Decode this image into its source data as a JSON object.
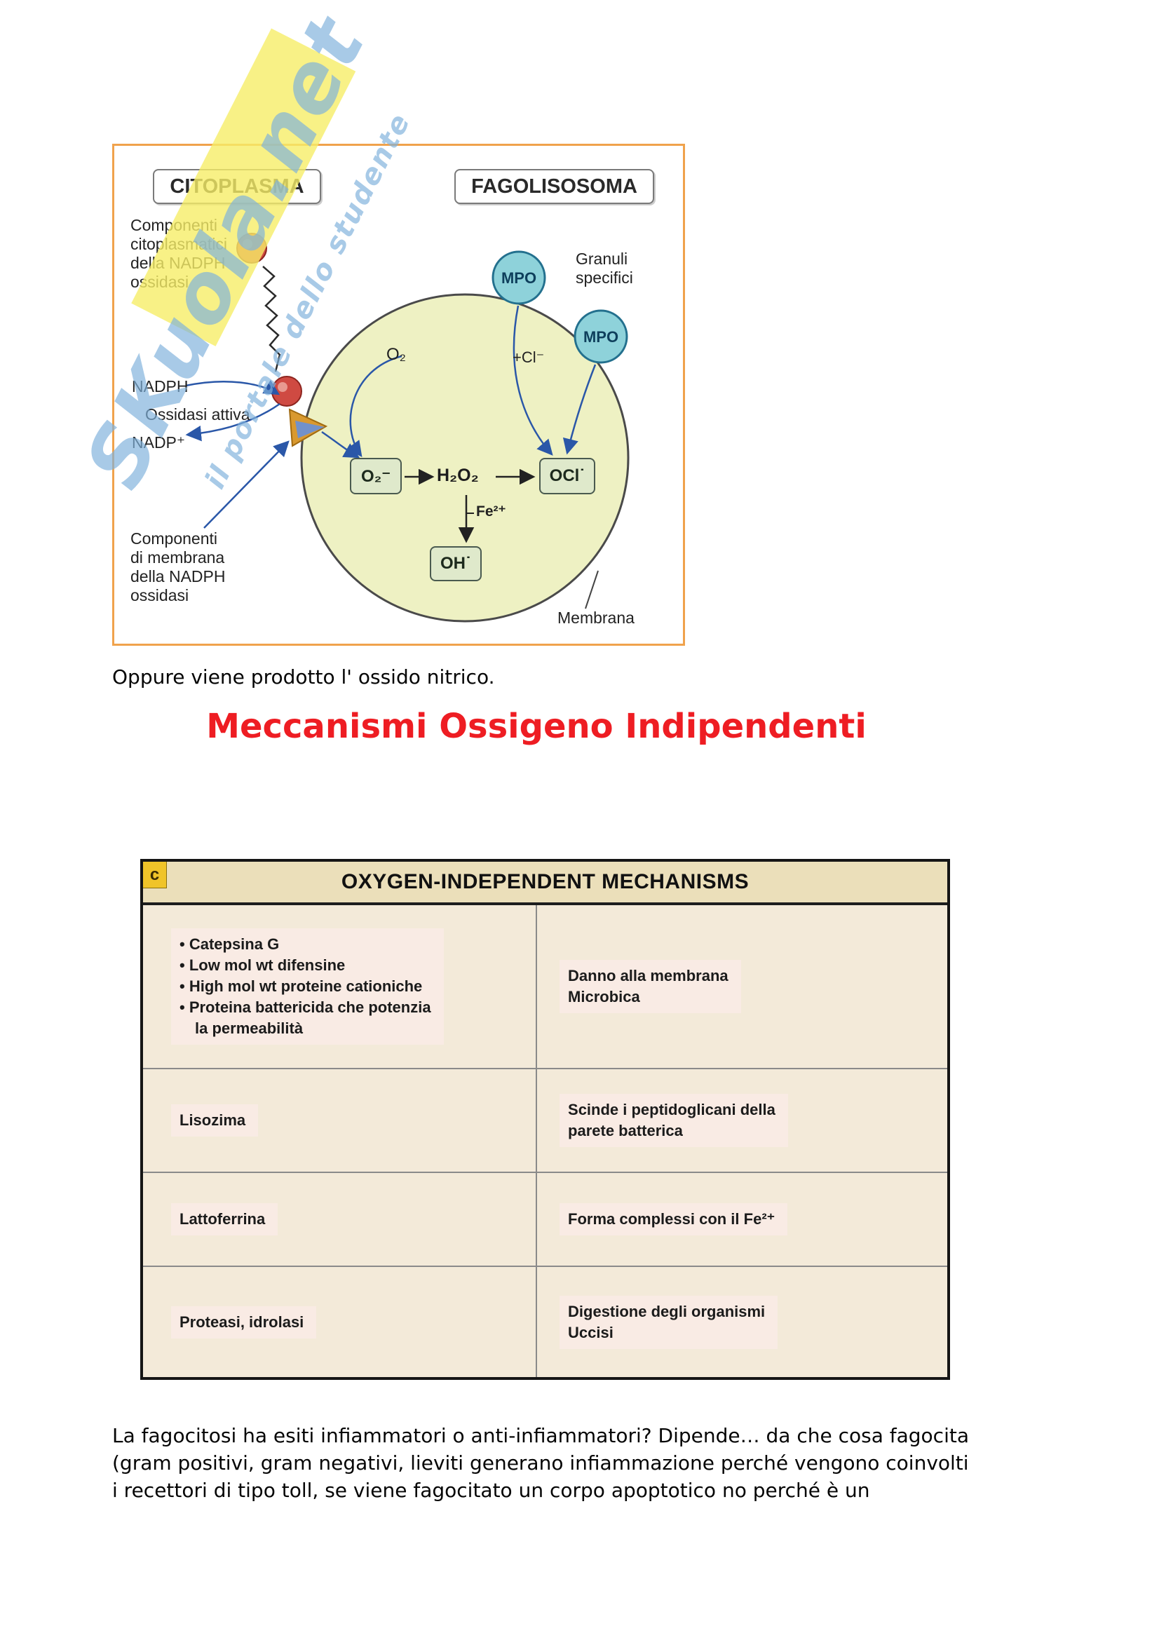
{
  "colors": {
    "heading_red": "#ee1d23",
    "figure1_border": "#f0a24c",
    "phagolysosome_fill": "#eef1c3",
    "mpo_fill": "#8ed2da",
    "chembox_fill": "#dfe9cb",
    "table_background": "#f3ead9",
    "table_highlight": "#f9ebe4",
    "watermark_blue": "#7fb2dc",
    "watermark_yellow": "#f6ee68"
  },
  "watermark": {
    "brand": "SKuola.net",
    "tagline": "il portale dello studente"
  },
  "figure1": {
    "citoplasma": "CITOPLASMA",
    "fagolisosoma": "FAGOLISOSOMA",
    "componenti_cito": [
      "Componenti",
      "citoplasmatici",
      "della NADPH",
      "ossidasi"
    ],
    "nadph": "NADPH",
    "ossidasi_attiva": "Ossidasi attiva",
    "nadp": "NADP⁺",
    "granuli": [
      "Granuli",
      "specifici"
    ],
    "mpo1": "MPO",
    "mpo2": "MPO",
    "o2": "O₂",
    "cl": "+Cl⁻",
    "superoxide": "O₂⁻",
    "h2o2": "H₂O₂",
    "ocl": "OCl˙",
    "fe": "Fe²⁺",
    "oh": "OH˙",
    "componenti_membrana": [
      "Componenti",
      "di membrana",
      "della NADPH",
      "ossidasi"
    ],
    "membrana": "Membrana"
  },
  "paragraphs": {
    "oppure": "Oppure viene prodotto l' ossido nitrico.",
    "fagocitosi": [
      "La fagocitosi ha esiti infiammatori o anti-infiammatori? Dipende… da che cosa fagocita",
      "(gram positivi, gram negativi, lieviti generano infiammazione perché vengono coinvolti",
      "i recettori di tipo toll, se viene fagocitato un corpo apoptotico no perché è un"
    ]
  },
  "heading": {
    "title": "Meccanismi Ossigeno Indipendenti"
  },
  "table": {
    "corner_label": "c",
    "title": "OXYGEN-INDEPENDENT MECHANISMS",
    "rows": [
      {
        "left": [
          "• Catepsina G",
          "• Low mol wt difensine",
          "• High mol wt proteine cationiche",
          "• Proteina battericida che potenzia",
          "la permeabilità"
        ],
        "right": [
          "Danno alla membrana",
          "Microbica"
        ]
      },
      {
        "left": [
          "Lisozima"
        ],
        "right": [
          "Scinde i peptidoglicani della",
          "parete batterica"
        ]
      },
      {
        "left": [
          "Lattoferrina"
        ],
        "right": [
          "Forma complessi con il Fe²⁺"
        ]
      },
      {
        "left": [
          "Proteasi, idrolasi"
        ],
        "right": [
          "Digestione degli organismi",
          "Uccisi"
        ]
      }
    ]
  }
}
